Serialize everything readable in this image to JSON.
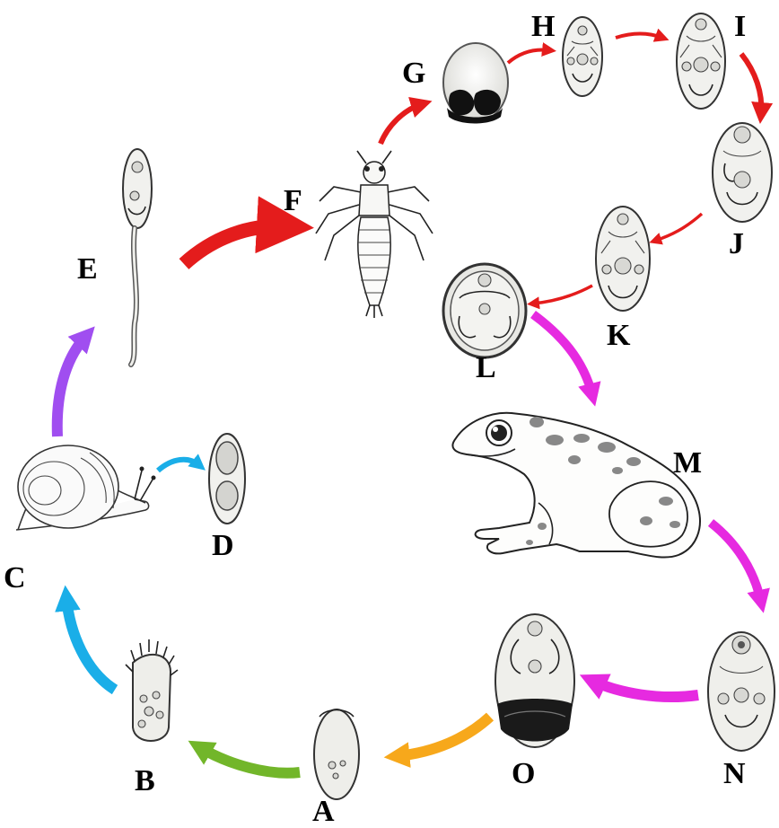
{
  "figure": {
    "labels": {
      "A": "A",
      "B": "B",
      "C": "C",
      "D": "D",
      "E": "E",
      "F": "F",
      "G": "G",
      "H": "H",
      "I": "I",
      "J": "J",
      "K": "K",
      "L": "L",
      "M": "M",
      "N": "N",
      "O": "O"
    },
    "colors": {
      "red": "#e41c1c",
      "magenta": "#e62ae0",
      "orange": "#f7a81b",
      "green": "#72b62a",
      "blue": "#1aaee8",
      "purple": "#a04ef0",
      "frog_spot": "#888888"
    }
  }
}
